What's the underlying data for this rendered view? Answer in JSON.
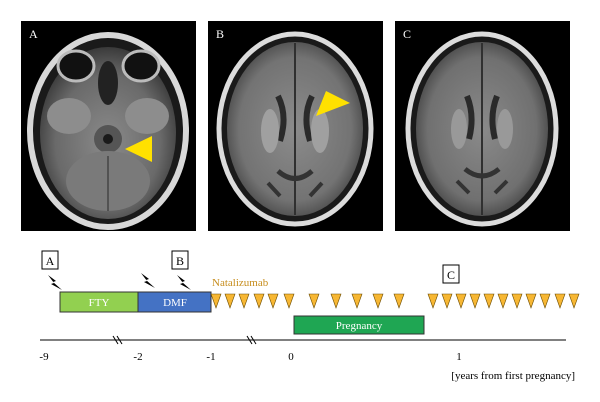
{
  "panels": [
    {
      "letter": "A"
    },
    {
      "letter": "B"
    },
    {
      "letter": "C"
    }
  ],
  "timeline": {
    "event_markers": [
      "A",
      "B",
      "C"
    ],
    "treatments": [
      {
        "label": "FTY",
        "start": -9,
        "end": -2,
        "color": "#92d050"
      },
      {
        "label": "DMF",
        "start": -2,
        "end": -1,
        "color": "#4472c4"
      }
    ],
    "natalizumab_label": "Natalizumab",
    "natalizumab_color": "#c78e1e",
    "infusion_color": "#f7b733",
    "pregnancy": {
      "label": "Pregnancy",
      "start": 0,
      "end": 0.8,
      "color": "#1fa653"
    },
    "axis_ticks": [
      "-9",
      "-2",
      "-1",
      "0",
      "1"
    ],
    "axis_caption": "[years from first pregnancy]",
    "arrow_color": "#ffe100"
  }
}
